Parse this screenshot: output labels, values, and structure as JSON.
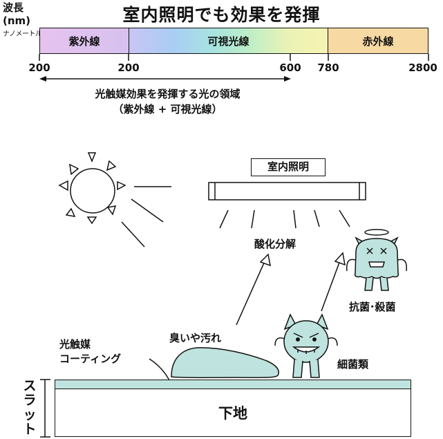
{
  "title": "室内照明でも効果を発揮",
  "wavelength": {
    "label": "波長",
    "unit": "(nm)",
    "unit_reading": "ナノメートル"
  },
  "spectrum": {
    "uv": "紫外線",
    "visible": "可視光線",
    "ir": "赤外線",
    "ticks": [
      "200",
      "200",
      "600",
      "780",
      "2800"
    ]
  },
  "caption": {
    "line1": "光触媒効果を発揮する光の領域",
    "line2": "（紫外線 + 可視光線）"
  },
  "scene": {
    "indoor_light": "室内照明",
    "decompose": "酸化分解",
    "antibacterial": "抗菌･殺菌",
    "odor_dirt": "臭いや汚れ",
    "coating_line1": "光触媒",
    "coating_line2": "コーティング",
    "bacteria": "細菌類",
    "base": "下地",
    "slat": [
      "ス",
      "ラ",
      "ッ",
      "ト"
    ]
  },
  "colors": {
    "uv": "#e6c3ef",
    "ir": "#f7d9a3",
    "coating": "#bfe3df",
    "creature": "#bfe3df"
  }
}
